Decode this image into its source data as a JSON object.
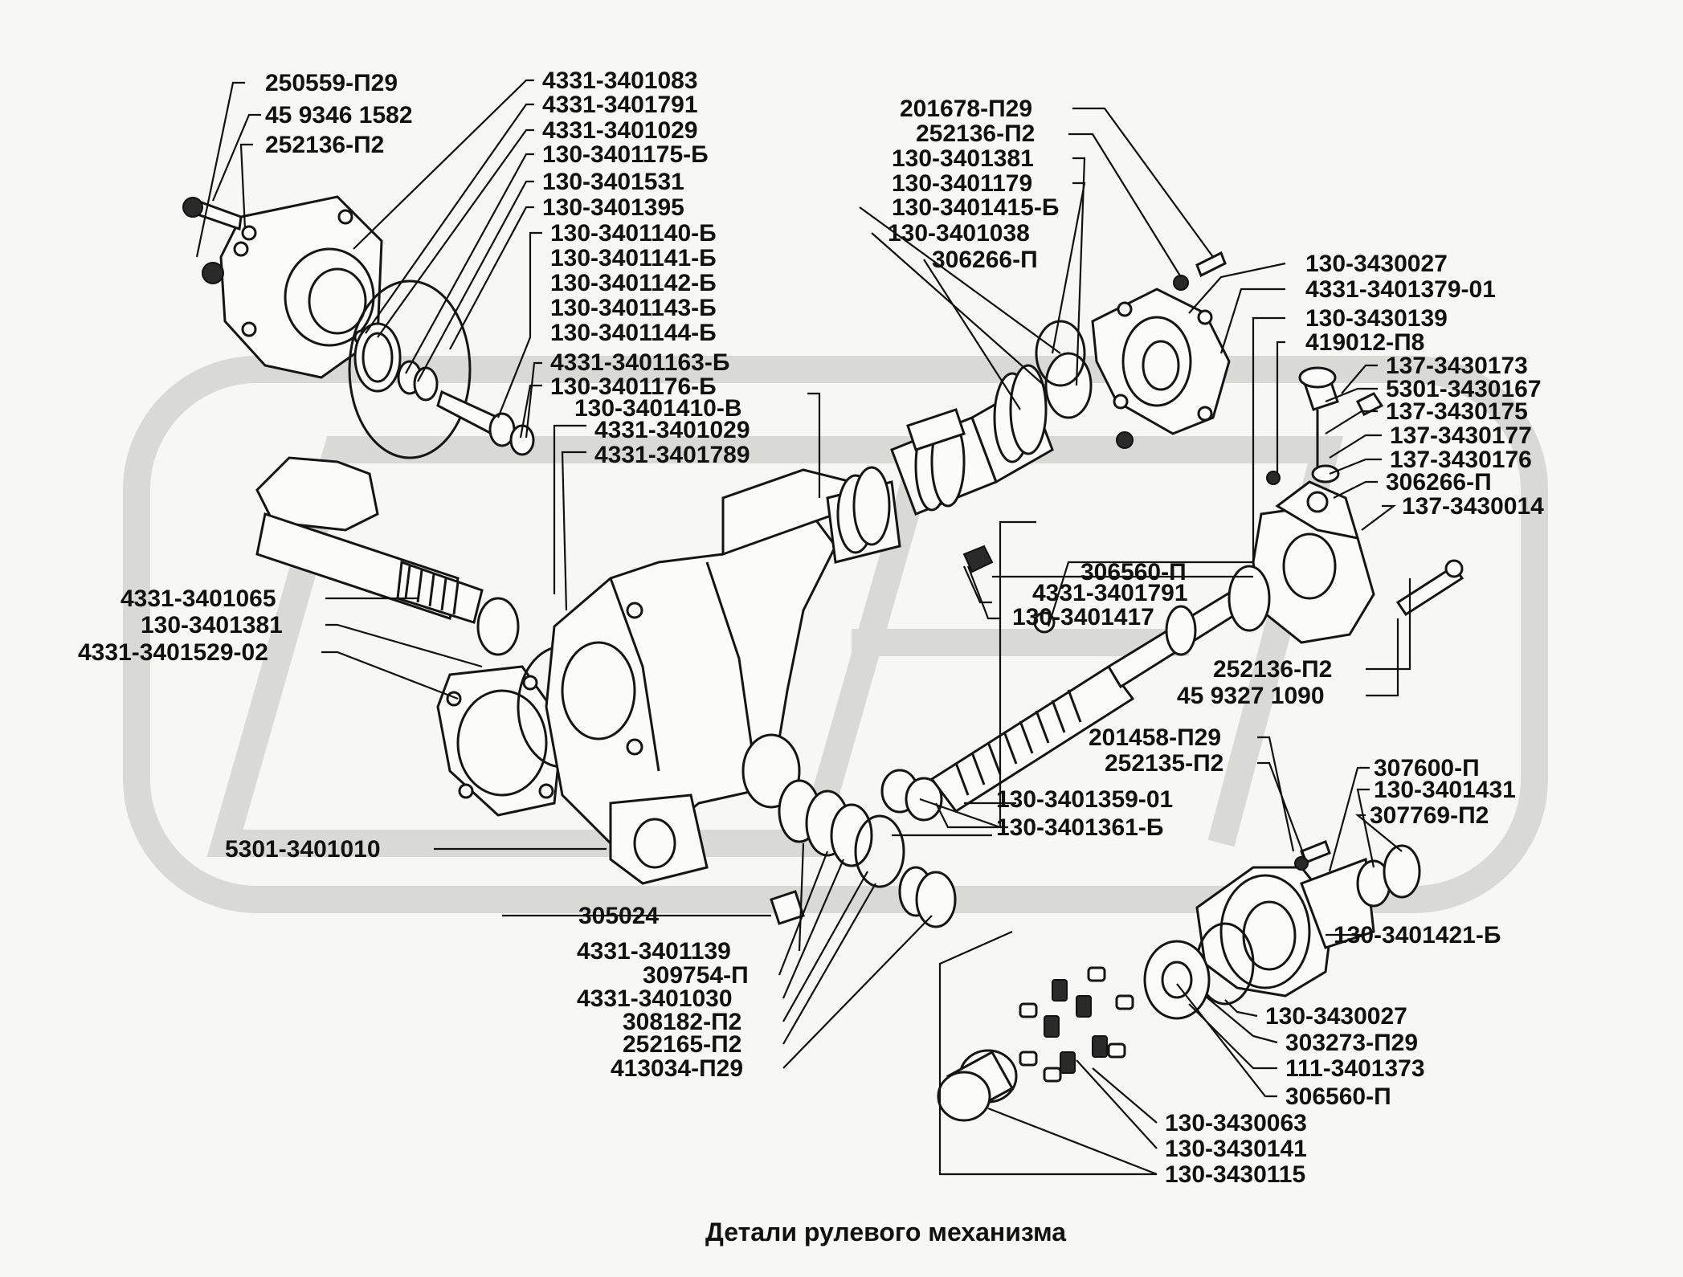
{
  "caption": "Детали рулевого механизма",
  "watermark_icon": "watermark-logo",
  "labels": {
    "l01": "250559-П29",
    "l02": "45 9346 1582",
    "l03": "252136-П2",
    "l04": "4331-3401083",
    "l05": "4331-3401791",
    "l06": "4331-3401029",
    "l07": "130-3401175-Б",
    "l08": "130-3401531",
    "l09": "130-3401395",
    "l10": "130-3401140-Б",
    "l11": "130-3401141-Б",
    "l12": "130-3401142-Б",
    "l13": "130-3401143-Б",
    "l14": "130-3401144-Б",
    "l15": "4331-3401163-Б",
    "l16": "130-3401176-Б",
    "l17": "130-3401410-В",
    "l18": "4331-3401029",
    "l19": "4331-3401789",
    "l20": "201678-П29",
    "l21": "252136-П2",
    "l22": "130-3401381",
    "l23": "130-3401179",
    "l24": "130-3401415-Б",
    "l25": "130-3401038",
    "l26": "306266-П",
    "l27": "130-3430027",
    "l28": "4331-3401379-01",
    "l29": "130-3430139",
    "l30": "419012-П8",
    "l31": "137-3430173",
    "l32": "5301-3430167",
    "l33": "137-3430175",
    "l34": "137-3430177",
    "l35": "137-3430176",
    "l36": "306266-П",
    "l37": "137-3430014",
    "l38": "306560-П",
    "l39": "4331-3401791",
    "l40": "130-3401417",
    "l41": "4331-3401065",
    "l42": "130-3401381",
    "l43": "4331-3401529-02",
    "l44": "252136-П2",
    "l45": "45 9327 1090",
    "l46": "201458-П29",
    "l47": "252135-П2",
    "l48": "307600-П",
    "l49": "130-3401431",
    "l50": "307769-П2",
    "l51": "130-3401359-01",
    "l52": "130-3401361-Б",
    "l53": "5301-3401010",
    "l54": "130-3401421-Б",
    "l55": "305024",
    "l56": "4331-3401139",
    "l57": "309754-П",
    "l58": "4331-3401030",
    "l59": "308182-П2",
    "l60": "252165-П2",
    "l61": "413034-П29",
    "l62": "130-3430027",
    "l63": "303273-П29",
    "l64": "111-3401373",
    "l65": "306560-П",
    "l66": "130-3430063",
    "l67": "130-3430141",
    "l68": "130-3430115"
  }
}
